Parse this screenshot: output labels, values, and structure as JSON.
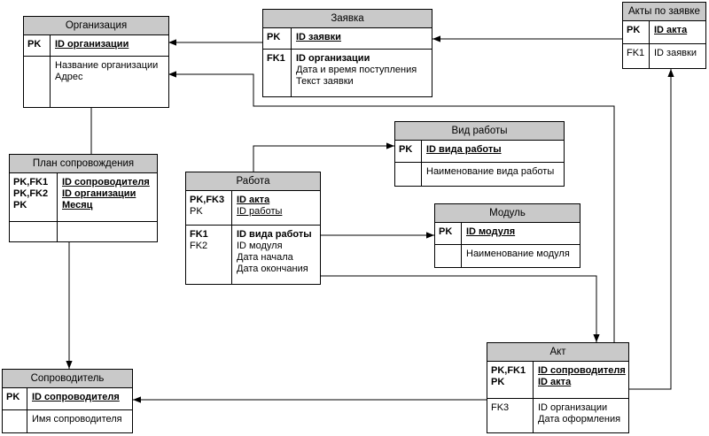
{
  "entities": {
    "org": {
      "title": "Организация",
      "pk_keys": [
        "PK"
      ],
      "pk_attrs": [
        "ID организации"
      ],
      "attr_keys": [],
      "attrs": [
        "Название организации",
        "Адрес"
      ]
    },
    "zayavka": {
      "title": "Заявка",
      "pk_keys": [
        "PK"
      ],
      "pk_attrs": [
        "ID заявки"
      ],
      "attr_keys": [
        "FK1"
      ],
      "attrs": [
        "ID организации",
        "Дата и время поступления",
        "Текст заявки"
      ]
    },
    "akty": {
      "title": "Акты по заявке",
      "pk_keys": [
        "PK"
      ],
      "pk_attrs": [
        "ID акта"
      ],
      "attr_keys": [
        "FK1"
      ],
      "attrs": [
        "ID заявки"
      ]
    },
    "vid": {
      "title": "Вид работы",
      "pk_keys": [
        "PK"
      ],
      "pk_attrs": [
        "ID вида работы"
      ],
      "attr_keys": [],
      "attrs": [
        "Наименование вида работы"
      ]
    },
    "plan": {
      "title": "План сопровождения",
      "pk_keys": [
        "PK,FK1",
        "PK,FK2",
        "PK"
      ],
      "pk_attrs": [
        "ID сопроводителя",
        "ID организации",
        "Месяц"
      ],
      "attr_keys": [],
      "attrs": []
    },
    "rabota": {
      "title": "Работа",
      "pk_keys": [
        "PK,FK3",
        "PK"
      ],
      "pk_attrs": [
        "ID акта",
        "ID работы"
      ],
      "attr_keys": [
        "FK1",
        "FK2"
      ],
      "attrs": [
        "ID вида работы",
        "ID модуля",
        "Дата начала",
        "Дата окончания"
      ]
    },
    "modul": {
      "title": "Модуль",
      "pk_keys": [
        "PK"
      ],
      "pk_attrs": [
        "ID модуля"
      ],
      "attr_keys": [],
      "attrs": [
        "Наименование модуля"
      ]
    },
    "sopr": {
      "title": "Сопроводитель",
      "pk_keys": [
        "PK"
      ],
      "pk_attrs": [
        "ID сопроводителя"
      ],
      "attr_keys": [],
      "attrs": [
        "Имя сопроводителя"
      ]
    },
    "akt": {
      "title": "Акт",
      "pk_keys": [
        "PK,FK1",
        "PK"
      ],
      "pk_attrs": [
        "ID сопроводителя",
        "ID акта"
      ],
      "attr_keys": [
        "FK3"
      ],
      "attrs": [
        "ID организации",
        "Дата оформления"
      ]
    }
  }
}
